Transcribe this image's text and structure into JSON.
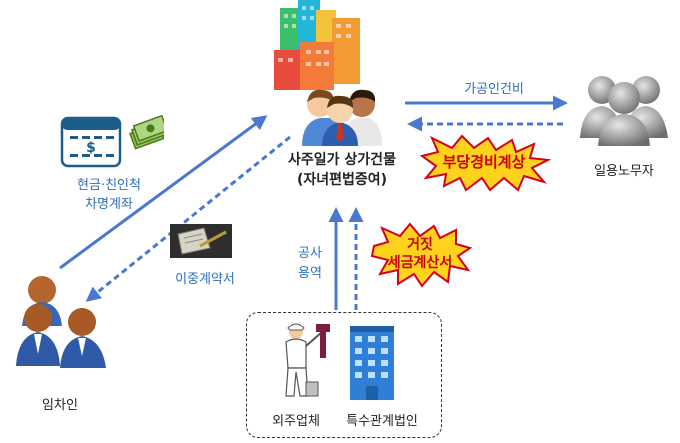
{
  "center": {
    "line1": "사주일가 상가건물",
    "line2": "(자녀편법증여)"
  },
  "labels": {
    "processing_fee": "가공인건비",
    "day_laborers": "일용노무자",
    "unfair_expense": "부당경비계상",
    "cash_borrowed_1": "현금·친인척",
    "cash_borrowed_2": "차명계좌",
    "double_contract": "이중계약서",
    "tenant": "임차인",
    "construction_1": "공사",
    "construction_2": "용역",
    "fake_invoice_1": "거짓",
    "fake_invoice_2": "세금계산서",
    "outsourcing": "외주업체",
    "related_corp": "특수관계법인"
  },
  "colors": {
    "arrow": "#4a78d0",
    "burst_fill": "#ffd21e",
    "burst_stroke": "#d4001a",
    "alert_text": "#cc0000"
  }
}
